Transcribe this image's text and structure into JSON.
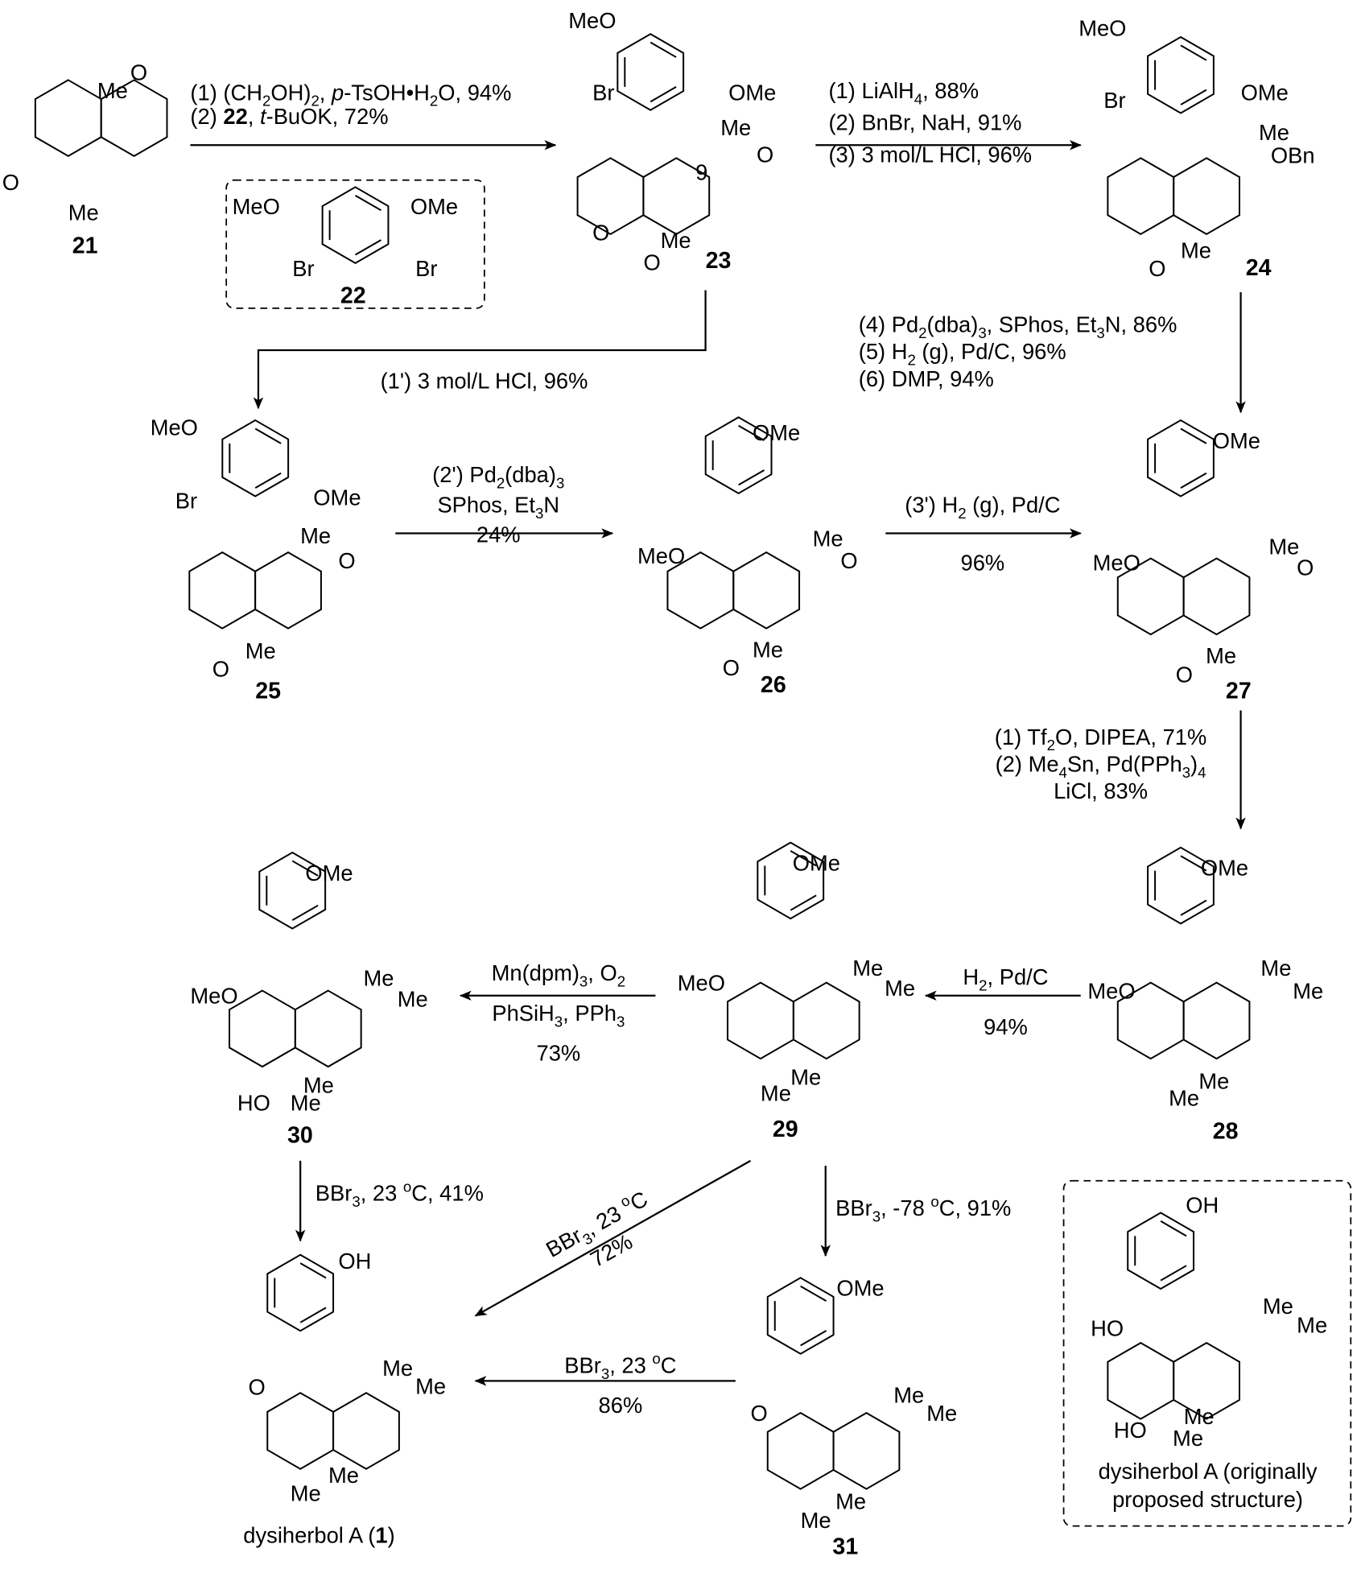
{
  "compounds": {
    "c21": {
      "id": "21",
      "atoms": [
        "O",
        "Me",
        "O",
        "Me"
      ]
    },
    "c22": {
      "id": "22",
      "atoms": [
        "MeO",
        "OMe",
        "Br",
        "Br"
      ]
    },
    "c23": {
      "id": "23",
      "atoms": [
        "MeO",
        "Br",
        "OMe",
        "Me",
        "9",
        "O",
        "O",
        "O",
        "Me"
      ]
    },
    "c24": {
      "id": "24",
      "atoms": [
        "MeO",
        "Br",
        "OMe",
        "Me",
        "OBn",
        "O",
        "Me"
      ]
    },
    "c25": {
      "id": "25",
      "atoms": [
        "MeO",
        "Br",
        "OMe",
        "Me",
        "O",
        "O",
        "Me"
      ]
    },
    "c26": {
      "id": "26",
      "atoms": [
        "OMe",
        "MeO",
        "Me",
        "O",
        "O",
        "Me"
      ]
    },
    "c27": {
      "id": "27",
      "atoms": [
        "OMe",
        "MeO",
        "Me",
        "O",
        "O",
        "Me"
      ]
    },
    "c28": {
      "id": "28",
      "atoms": [
        "OMe",
        "MeO",
        "Me",
        "Me",
        "Me",
        "Me"
      ]
    },
    "c29": {
      "id": "29",
      "atoms": [
        "OMe",
        "MeO",
        "Me",
        "Me",
        "Me",
        "Me"
      ]
    },
    "c30": {
      "id": "30",
      "atoms": [
        "OMe",
        "MeO",
        "Me",
        "Me",
        "HO",
        "Me",
        "Me"
      ]
    },
    "c1": {
      "id": "1",
      "atoms": [
        "OH",
        "O",
        "Me",
        "Me",
        "Me",
        "Me"
      ],
      "caption_pre": "dysiherbol A (",
      "caption_post": ")"
    },
    "c31": {
      "id": "31",
      "atoms": [
        "OMe",
        "O",
        "Me",
        "Me",
        "Me",
        "Me"
      ]
    },
    "proposed": {
      "atoms": [
        "OH",
        "HO",
        "Me",
        "Me",
        "HO",
        "Me",
        "Me"
      ],
      "caption": [
        "dysiherbol A (originally",
        "proposed structure)"
      ]
    }
  },
  "conditions": {
    "r21_23": [
      [
        {
          "t": "(1) (CH"
        },
        {
          "t": "2",
          "sub": true
        },
        {
          "t": "OH)"
        },
        {
          "t": "2",
          "sub": true
        },
        {
          "t": ", "
        },
        {
          "t": "p",
          "i": true
        },
        {
          "t": "-TsOH•H"
        },
        {
          "t": "2",
          "sub": true
        },
        {
          "t": "O, 94%"
        }
      ],
      [
        {
          "t": "(2) "
        },
        {
          "t": "22",
          "b": true
        },
        {
          "t": ", "
        },
        {
          "t": "t",
          "i": true
        },
        {
          "t": "-BuOK, 72%"
        }
      ]
    ],
    "r23_24": [
      [
        {
          "t": "(1) LiAlH"
        },
        {
          "t": "4",
          "sub": true
        },
        {
          "t": ", 88%"
        }
      ],
      [
        {
          "t": "(2) BnBr, NaH, 91%"
        }
      ],
      [
        {
          "t": "(3) 3 mol/L HCl, 96%"
        }
      ]
    ],
    "r23_25": [
      [
        {
          "t": "(1') 3 mol/L HCl, 96%"
        }
      ]
    ],
    "r24_27": [
      [
        {
          "t": "(4) Pd"
        },
        {
          "t": "2",
          "sub": true
        },
        {
          "t": "(dba)"
        },
        {
          "t": "3",
          "sub": true
        },
        {
          "t": ", SPhos, Et"
        },
        {
          "t": "3",
          "sub": true
        },
        {
          "t": "N, 86%"
        }
      ],
      [
        {
          "t": "(5) H"
        },
        {
          "t": "2",
          "sub": true
        },
        {
          "t": " (g), Pd/C, 96%"
        }
      ],
      [
        {
          "t": "(6) DMP, 94%"
        }
      ]
    ],
    "r25_26": [
      [
        {
          "t": "(2') Pd"
        },
        {
          "t": "2",
          "sub": true
        },
        {
          "t": "(dba)"
        },
        {
          "t": "3",
          "sub": true
        }
      ],
      [
        {
          "t": "SPhos, Et"
        },
        {
          "t": "3",
          "sub": true
        },
        {
          "t": "N"
        }
      ],
      [
        {
          "t": "24%"
        }
      ]
    ],
    "r26_27": [
      [
        {
          "t": "(3') H"
        },
        {
          "t": "2",
          "sub": true
        },
        {
          "t": " (g), Pd/C"
        }
      ],
      [
        {
          "t": "96%"
        }
      ]
    ],
    "r27_28": [
      [
        {
          "t": "(1) Tf"
        },
        {
          "t": "2",
          "sub": true
        },
        {
          "t": "O, DIPEA, 71%"
        }
      ],
      [
        {
          "t": "(2) Me"
        },
        {
          "t": "4",
          "sub": true
        },
        {
          "t": "Sn, Pd(PPh"
        },
        {
          "t": "3",
          "sub": true
        },
        {
          "t": ")"
        },
        {
          "t": "4",
          "sub": true
        }
      ],
      [
        {
          "t": "LiCl, 83%"
        }
      ]
    ],
    "r28_29": [
      [
        {
          "t": "H"
        },
        {
          "t": "2",
          "sub": true
        },
        {
          "t": ", Pd/C"
        }
      ],
      [
        {
          "t": "94%"
        }
      ]
    ],
    "r29_30": [
      [
        {
          "t": "Mn(dpm)"
        },
        {
          "t": "3",
          "sub": true
        },
        {
          "t": ", O"
        },
        {
          "t": "2",
          "sub": true
        }
      ],
      [
        {
          "t": "PhSiH"
        },
        {
          "t": "3",
          "sub": true
        },
        {
          "t": ", PPh"
        },
        {
          "t": "3",
          "sub": true
        }
      ],
      [
        {
          "t": "73%"
        }
      ]
    ],
    "r30_1": [
      [
        {
          "t": "BBr"
        },
        {
          "t": "3",
          "sub": true
        },
        {
          "t": ", 23 "
        },
        {
          "t": "o",
          "sup": true
        },
        {
          "t": "C, 41%"
        }
      ]
    ],
    "r29_1": [
      [
        {
          "t": "BBr"
        },
        {
          "t": "3",
          "sub": true
        },
        {
          "t": ", 23 "
        },
        {
          "t": "o",
          "sup": true
        },
        {
          "t": "C"
        }
      ],
      [
        {
          "t": "72%"
        }
      ]
    ],
    "r29_31": [
      [
        {
          "t": "BBr"
        },
        {
          "t": "3",
          "sub": true
        },
        {
          "t": ", -78 "
        },
        {
          "t": "o",
          "sup": true
        },
        {
          "t": "C, 91%"
        }
      ]
    ],
    "r31_1": [
      [
        {
          "t": "BBr"
        },
        {
          "t": "3",
          "sub": true
        },
        {
          "t": ", 23 "
        },
        {
          "t": "o",
          "sup": true
        },
        {
          "t": "C"
        }
      ],
      [
        {
          "t": "86%"
        }
      ]
    ]
  }
}
